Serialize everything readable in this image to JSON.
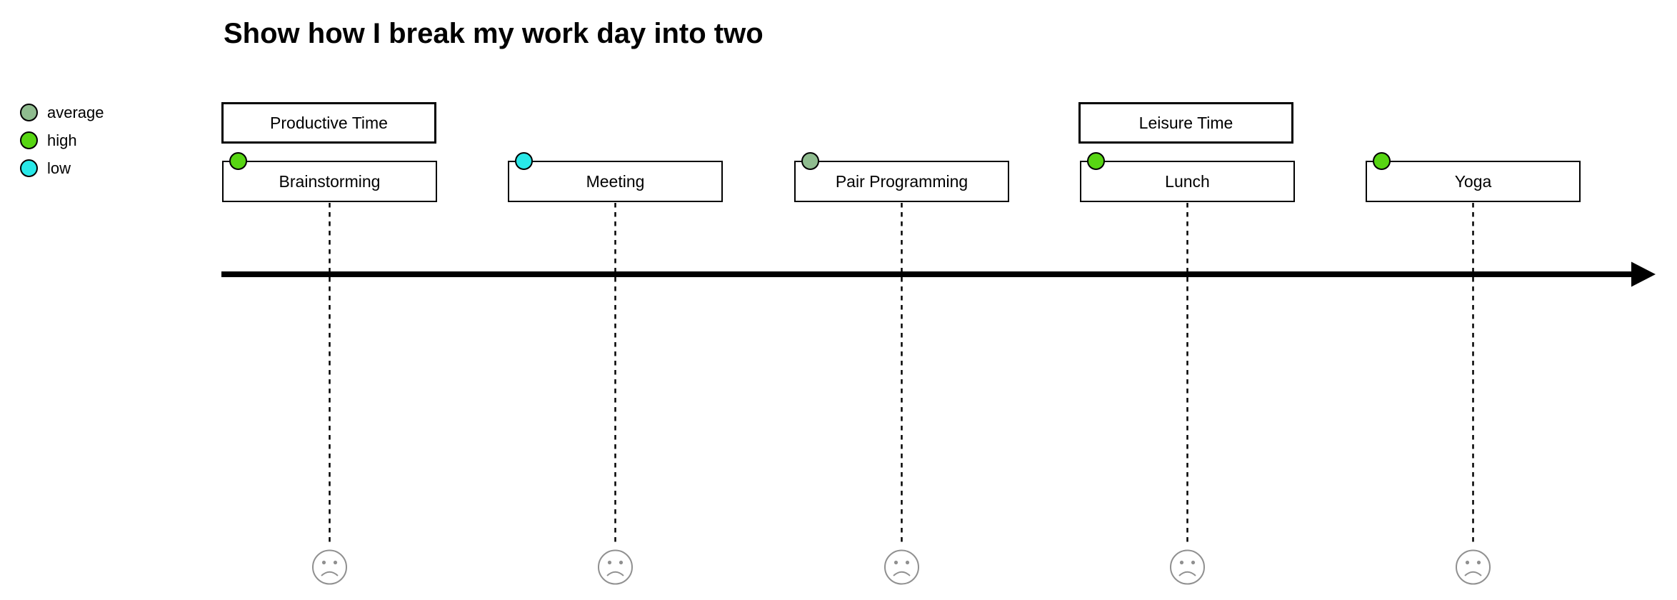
{
  "title": "Show how I break my work day into two",
  "legend": {
    "items": [
      {
        "label": "average",
        "color": "#8fbc8f"
      },
      {
        "label": "high",
        "color": "#57d513"
      },
      {
        "label": "low",
        "color": "#29e8e8"
      }
    ]
  },
  "sections": [
    {
      "label": "Productive Time",
      "tasks": [
        {
          "label": "Brainstorming",
          "level": "high",
          "color": "#57d513"
        },
        {
          "label": "Meeting",
          "level": "low",
          "color": "#29e8e8"
        },
        {
          "label": "Pair Programming",
          "level": "average",
          "color": "#8fbc8f"
        }
      ]
    },
    {
      "label": "Leisure Time",
      "tasks": [
        {
          "label": "Lunch",
          "level": "high",
          "color": "#57d513"
        },
        {
          "label": "Yoga",
          "level": "high",
          "color": "#57d513"
        }
      ]
    }
  ],
  "icons": {
    "mood_icon": "sad-face",
    "mood_icon_count": 5
  }
}
